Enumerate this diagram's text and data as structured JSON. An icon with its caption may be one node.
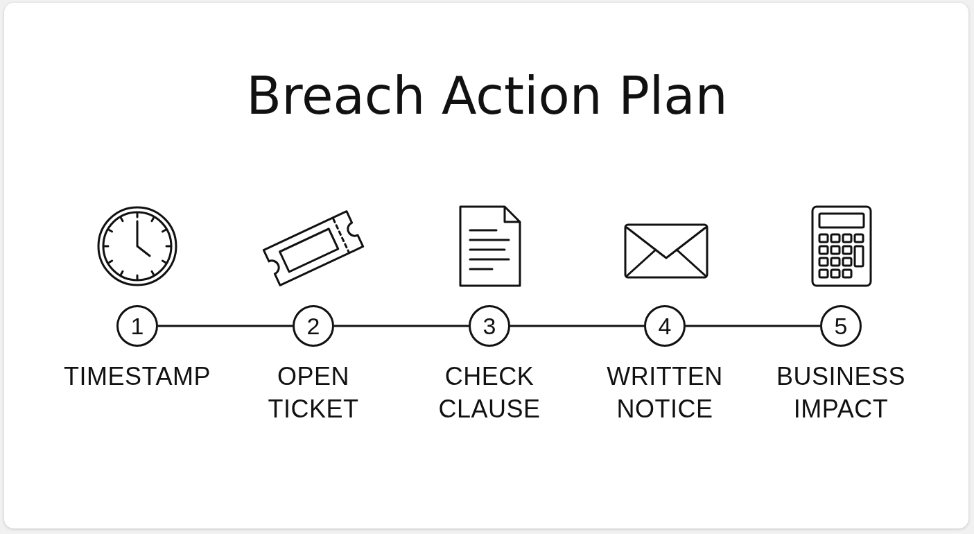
{
  "diagram": {
    "title": "Breach Action Plan",
    "nodes": [
      {
        "text": [
          "1"
        ],
        "beside": [
          "TIMESTAMP"
        ]
      },
      {
        "text": [
          "2"
        ],
        "beside": [
          "OPEN TICKET"
        ]
      },
      {
        "text": [
          "3"
        ],
        "beside": [
          "CHECK CLAUSE"
        ]
      },
      {
        "text": [
          "4"
        ],
        "beside": [
          "WRITTEN NOTICE"
        ]
      },
      {
        "text": [
          "5"
        ],
        "beside": [
          "BUSINESS IMPACT"
        ]
      }
    ],
    "edges": [
      {
        "from": 0,
        "to": 1,
        "arrow": "none"
      },
      {
        "from": 1,
        "to": 2,
        "arrow": "none"
      },
      {
        "from": 2,
        "to": 3,
        "arrow": "none"
      },
      {
        "from": 3,
        "to": 4,
        "arrow": "none"
      }
    ]
  }
}
